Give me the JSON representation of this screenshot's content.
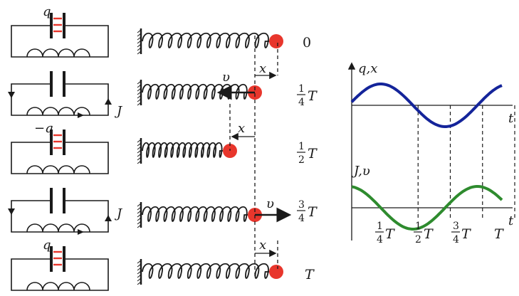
{
  "colors": {
    "ink": "#1a1a1a",
    "ball": "#e8362c",
    "charge_marks": "#e8362c",
    "q_curve": "#14249a",
    "j_curve": "#2e8b2e"
  },
  "circuits": [
    {
      "plate_label": "q",
      "current_label": "",
      "charged": true
    },
    {
      "plate_label": "",
      "current_label": "J",
      "charged": false
    },
    {
      "plate_label": "−q",
      "current_label": "",
      "charged": true
    },
    {
      "plate_label": "",
      "current_label": "J",
      "charged": false
    },
    {
      "plate_label": "q",
      "current_label": "",
      "charged": true
    }
  ],
  "springs": {
    "velocity_label": "υ",
    "displacement_label": "x",
    "time_marks": [
      {
        "whole": "0"
      },
      {
        "num": "1",
        "den": "4",
        "sym": "T"
      },
      {
        "num": "1",
        "den": "2",
        "sym": "T"
      },
      {
        "num": "3",
        "den": "4",
        "sym": "T"
      },
      {
        "whole": "T"
      }
    ]
  },
  "graph": {
    "top_axis_label": "q,x",
    "bottom_axis_label": "J,υ",
    "t_label": "t",
    "ticks": [
      {
        "num": "1",
        "den": "4",
        "sym": "T"
      },
      {
        "num": "1",
        "den": "2",
        "sym": "T"
      },
      {
        "num": "3",
        "den": "4",
        "sym": "T"
      },
      {
        "num": "",
        "den": "",
        "sym": "T"
      }
    ]
  }
}
